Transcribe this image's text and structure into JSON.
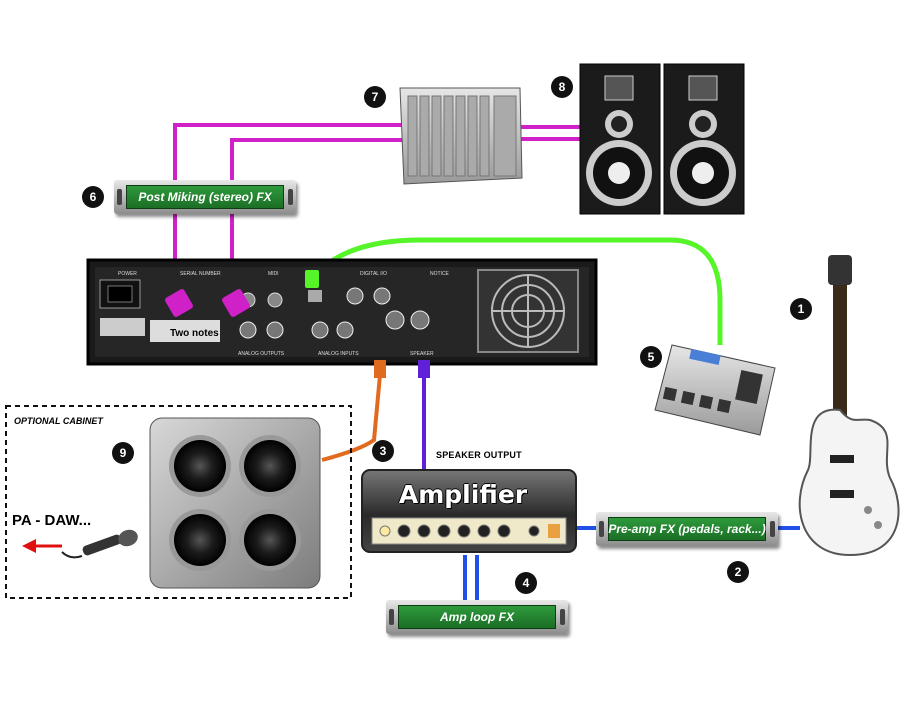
{
  "labels": {
    "speaker_output": "SPEAKER OUTPUT",
    "optional_cabinet": "OPTIONAL CABINET",
    "pa_daw": "PA - DAW...",
    "amplifier": "Amplifier"
  },
  "boxes": {
    "post_miking": "Post Miking (stereo) FX",
    "pre_amp": "Pre-amp FX (pedals, rack...)",
    "amp_loop": "Amp loop FX"
  },
  "badges": [
    "1",
    "2",
    "3",
    "4",
    "5",
    "6",
    "7",
    "8",
    "9"
  ],
  "rear_panel": {
    "brand": "Two notes",
    "sections": [
      "POWER",
      "SERIAL NUMBER",
      "MIDI",
      "DIGITAL I/O",
      "NOTICE",
      "ANALOG OUTPUTS",
      "ANALOG INPUTS",
      "SPEAKER"
    ]
  },
  "colors": {
    "magenta_cable": "#d020c8",
    "green_cable": "#56f52a",
    "orange_cable": "#e06a1e",
    "blue_cable": "#2050e8",
    "purple_cable": "#6020d8",
    "rack_face": "#237d2f",
    "arrow": "#e01010"
  },
  "icons": [
    "guitar-icon",
    "pedalboard-icon",
    "mixer-icon",
    "speaker-icon",
    "cabinet-icon",
    "microphone-icon",
    "amplifier-icon",
    "rack-unit-icon"
  ]
}
